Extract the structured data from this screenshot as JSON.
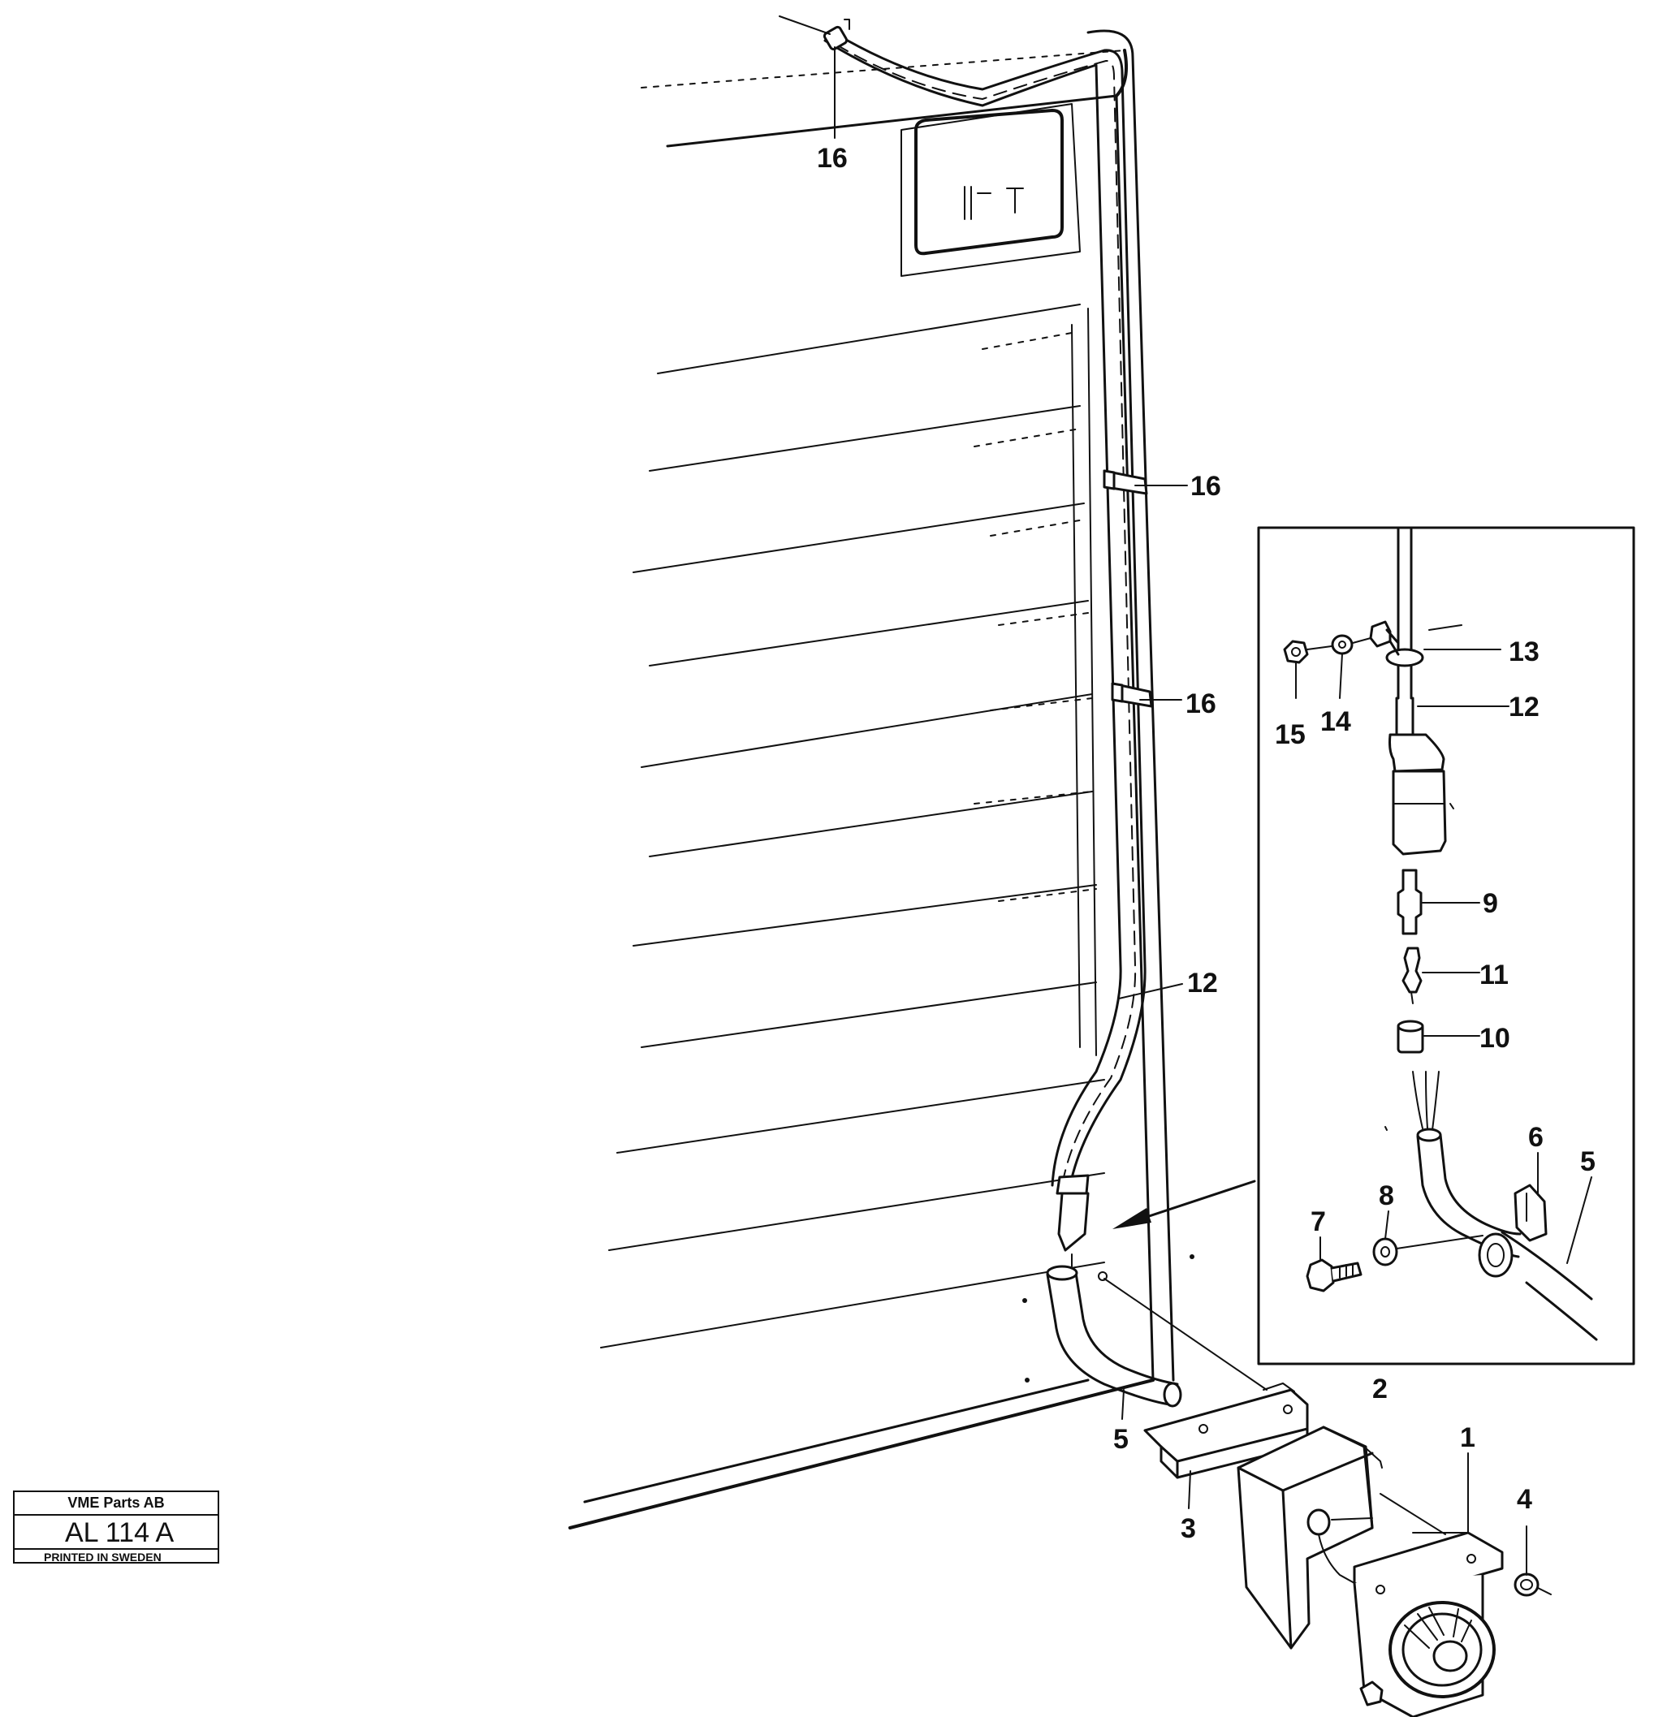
{
  "title_block": {
    "company": "VME Parts AB",
    "drawing_code": "AL 114 A",
    "printed": "PRINTED IN SWEDEN"
  },
  "callouts": {
    "c16_top": "16",
    "c16_mid": "16",
    "c16_low": "16",
    "c12_main": "12",
    "c5_main": "5",
    "c3": "3",
    "c2": "2",
    "c1": "1",
    "c4": "4",
    "c13": "13",
    "c12_detail": "12",
    "c15": "15",
    "c14": "14",
    "c9": "9",
    "c11": "11",
    "c10": "10",
    "c6": "6",
    "c5_detail": "5",
    "c8": "8",
    "c7": "7"
  }
}
